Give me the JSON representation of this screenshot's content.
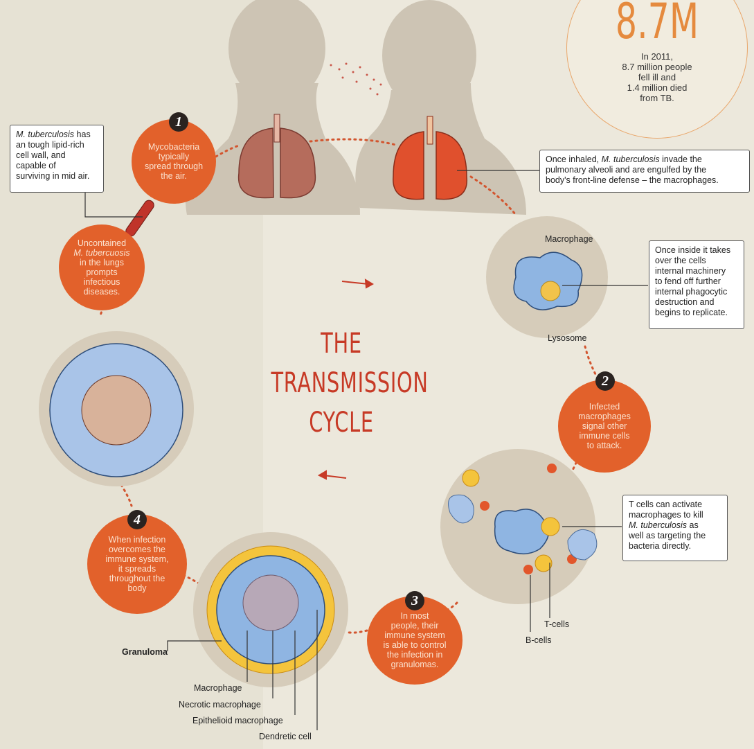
{
  "stat": {
    "value": "8.7M",
    "line1": "In 2011,",
    "line2": "8.7 million people",
    "line3": "fell ill and",
    "line4": "1.4 million died",
    "line5": "from TB."
  },
  "title": {
    "line1": "THE",
    "line2": "TRANSMISSION",
    "line3": "CYCLE"
  },
  "steps": [
    {
      "number": "1",
      "lines": [
        "Mycobacteria",
        "typically",
        "spread through",
        "the air."
      ]
    },
    {
      "number": "2",
      "lines": [
        "Infected",
        "macrophages",
        "signal other",
        "immune cells",
        "to attack."
      ]
    },
    {
      "number": "3",
      "lines": [
        "In most",
        "people, their",
        "immune system",
        "is able to control",
        "the infection in",
        "granulomas."
      ]
    },
    {
      "number": "4",
      "lines": [
        "When infection",
        "overcomes the",
        "immune system,",
        "it spreads",
        "throughout the",
        "body"
      ]
    }
  ],
  "uncontained": {
    "lines": [
      "Uncontained",
      "M. tubercuosis",
      "in the lungs",
      "prompts infectious",
      "diseases."
    ]
  },
  "callouts": {
    "wall": {
      "italic": "M. tuberculosis",
      "text1": " has",
      "text2": "an tough lipid-rich",
      "text3": "cell wall, and",
      "text4": "capable of",
      "text5": "surviving in mid air."
    },
    "inhaled": {
      "pre": "Once inhaled, ",
      "italic": "M. tuberculosis",
      "post": " invade the",
      "line2": "pulmonary alveoli and are engulfed by the",
      "line3": "body's front-line defense – the macrophages."
    },
    "inside": {
      "lines": [
        "Once inside it takes",
        "over the cells",
        "internal machinery",
        "to fend off further",
        "internal phagocytic",
        "destruction and",
        "begins to replicate."
      ]
    },
    "tcells": {
      "line1": "T cells can activate",
      "line2": "macrophages to kill",
      "italic": "M. tuberculosis",
      "post": " as",
      "line4": "well as targeting the",
      "line5": "bacteria directly."
    }
  },
  "labels": {
    "macrophage_top": "Macrophage",
    "lysosome": "Lysosome",
    "tcells": "T-cells",
    "bcells": "B-cells",
    "granuloma": "Granuloma",
    "macrophage": "Macrophage",
    "necrotic": "Necrotic macrophage",
    "epithelioid": "Epithelioid macrophage",
    "dendritic": "Dendretic cell"
  },
  "colors": {
    "accent": "#e2612b",
    "title": "#c73a26",
    "background": "#ece8dc"
  }
}
